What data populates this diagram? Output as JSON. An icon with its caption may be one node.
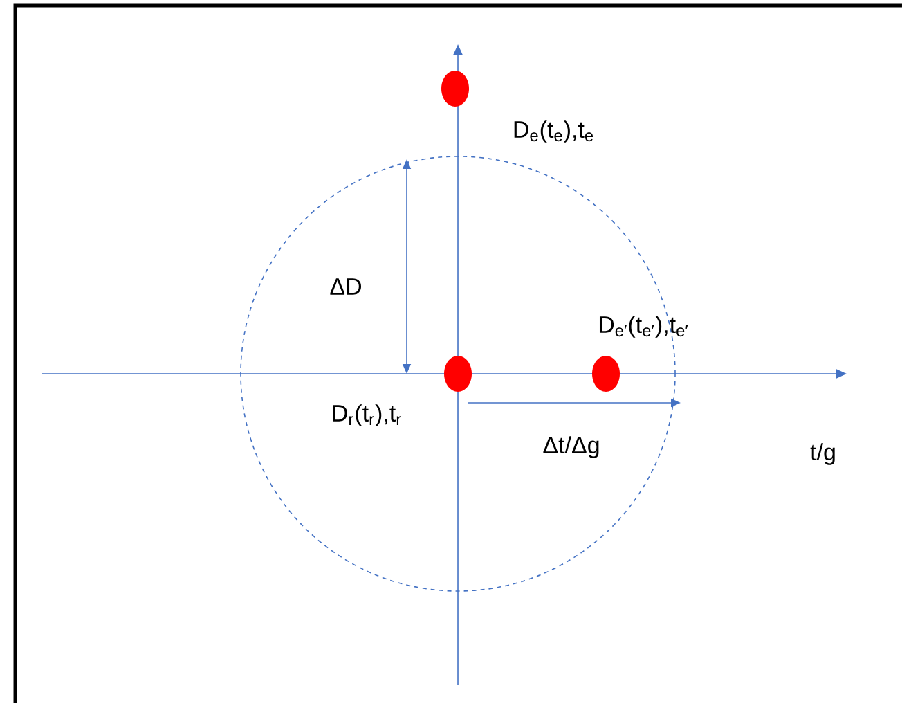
{
  "diagram": {
    "nodes": [
      {
        "text": [],
        "shape": "circle",
        "beside": [
          "D$_{e}$(t$_{e}$),t$_{e}$"
        ]
      },
      {
        "text": [],
        "shape": "circle",
        "beside": [
          "D$_{e′}$(t$_{e′}$),t$_{e′}$"
        ]
      },
      {
        "text": [],
        "shape": "circle",
        "beside": [
          "D$_{r}$(t$_{r}$),t$_{r}$"
        ]
      }
    ],
    "labels": [
      "ΔD",
      "Δt/Δg",
      "t/g"
    ]
  }
}
